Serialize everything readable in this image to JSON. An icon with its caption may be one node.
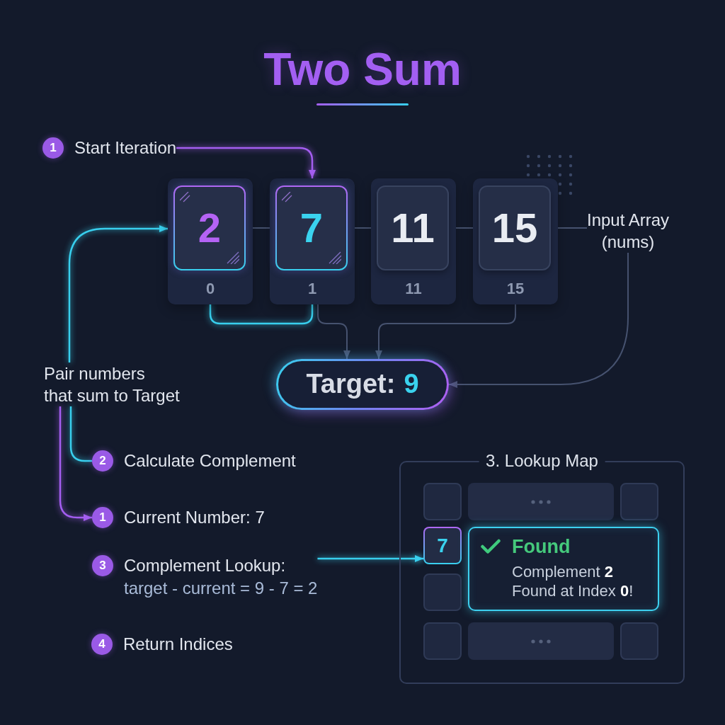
{
  "diagram": {
    "title": "Two Sum",
    "nodes": [
      {
        "text": [
          "1",
          "Start Iteration"
        ]
      },
      {
        "text": [
          "0"
        ]
      },
      {
        "text": [
          "2"
        ],
        "in": 1
      },
      {
        "text": [
          "1"
        ]
      },
      {
        "text": [
          "7"
        ],
        "in": 3
      },
      {
        "text": [
          "11"
        ]
      },
      {
        "text": [
          "11"
        ],
        "in": 5
      },
      {
        "text": [
          "15"
        ]
      },
      {
        "text": [
          "15"
        ],
        "in": 7
      },
      {
        "text": [
          "Input Array (nums)"
        ]
      },
      {
        "text": [
          "Pair numbers that sum to Target"
        ]
      },
      {
        "text": [
          "Target:",
          "9"
        ]
      },
      {
        "text": [
          "2",
          "Calculate Complement"
        ]
      },
      {
        "text": [
          "1",
          "Current Number: 7"
        ]
      },
      {
        "text": [
          "3",
          "Complement Lookup:",
          "target - current = 9 - 7 = 2"
        ]
      },
      {
        "text": [
          "4",
          "Return Indices"
        ]
      },
      {
        "text": [
          "3. Lookup Map"
        ]
      },
      {
        "text": [],
        "shape": "box",
        "in": 16
      },
      {
        "text": [],
        "shape": "box",
        "in": 16
      },
      {
        "text": [],
        "shape": "box",
        "in": 16
      },
      {
        "text": [
          "7"
        ],
        "in": 16
      },
      {
        "text": [
          "Found",
          "Complement **2** Found at Index **0**!"
        ],
        "in": 16
      },
      {
        "text": [],
        "shape": "box",
        "in": 16
      },
      {
        "text": [],
        "shape": "box",
        "in": 16
      },
      {
        "text": [],
        "shape": "box",
        "in": 16
      },
      {
        "text": [],
        "shape": "box",
        "in": 16
      }
    ],
    "edges": [
      {
        "from": 0,
        "to": 3,
        "arrow": "to",
        "color": "#a45ef0"
      },
      {
        "from": 10,
        "to": 1,
        "arrow": "to",
        "color": "#38cfee"
      },
      {
        "from": 2,
        "to": 4,
        "arrow": "none"
      },
      {
        "from": 4,
        "to": 6,
        "arrow": "none"
      },
      {
        "from": 6,
        "to": 8,
        "arrow": "none"
      },
      {
        "from": 8,
        "to": 9,
        "arrow": "none"
      },
      {
        "from": 1,
        "to": 3,
        "arrow": "none",
        "color": "#38cfee"
      },
      {
        "from": 3,
        "to": 11,
        "arrow": "to"
      },
      {
        "from": 7,
        "to": 11,
        "arrow": "to"
      },
      {
        "from": 9,
        "to": 11,
        "arrow": "to"
      },
      {
        "from": 10,
        "to": 12,
        "arrow": "none",
        "color": "#38cfee"
      },
      {
        "from": 10,
        "to": 13,
        "arrow": "to",
        "color": "#a45ef0"
      },
      {
        "from": 14,
        "to": 20,
        "arrow": "to",
        "color": "#38cfee"
      }
    ]
  }
}
